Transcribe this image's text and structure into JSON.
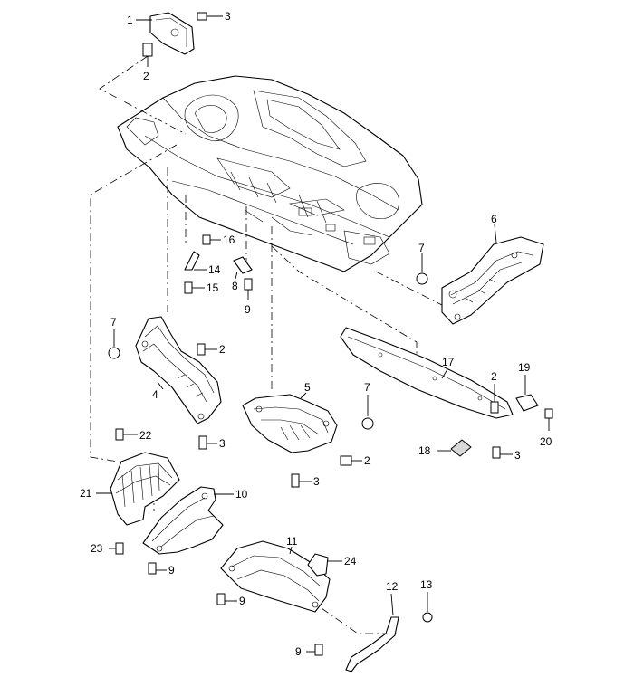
{
  "diagram": {
    "callouts": [
      {
        "id": "c1",
        "label": "1",
        "part": "mounting-bracket"
      },
      {
        "id": "c2a",
        "label": "2",
        "part": "clip-bracket"
      },
      {
        "id": "c3a",
        "label": "3",
        "part": "screw-bracket"
      },
      {
        "id": "c6",
        "label": "6",
        "part": "underbody-panel-right"
      },
      {
        "id": "c7a",
        "label": "7",
        "part": "nut-right"
      },
      {
        "id": "c16",
        "label": "16",
        "part": "bolt-16"
      },
      {
        "id": "c14",
        "label": "14",
        "part": "clamp-14"
      },
      {
        "id": "c15",
        "label": "15",
        "part": "screw-15"
      },
      {
        "id": "c8",
        "label": "8",
        "part": "clip-8"
      },
      {
        "id": "c9a",
        "label": "9",
        "part": "screw-under-8"
      },
      {
        "id": "c7b",
        "label": "7",
        "part": "nut-left"
      },
      {
        "id": "c2b",
        "label": "2",
        "part": "clip-left"
      },
      {
        "id": "c4",
        "label": "4",
        "part": "underbody-panel-left"
      },
      {
        "id": "c3b",
        "label": "3",
        "part": "screw-left"
      },
      {
        "id": "c22",
        "label": "22",
        "part": "bolt-22"
      },
      {
        "id": "c21",
        "label": "21",
        "part": "wheelhouse-liner"
      },
      {
        "id": "c23",
        "label": "23",
        "part": "bolt-23"
      },
      {
        "id": "c10",
        "label": "10",
        "part": "underbody-panel-front"
      },
      {
        "id": "c9b",
        "label": "9",
        "part": "screw-front"
      },
      {
        "id": "c5",
        "label": "5",
        "part": "underbody-panel-center"
      },
      {
        "id": "c7c",
        "label": "7",
        "part": "nut-center"
      },
      {
        "id": "c2c",
        "label": "2",
        "part": "clip-center"
      },
      {
        "id": "c3c",
        "label": "3",
        "part": "screw-center"
      },
      {
        "id": "c17",
        "label": "17",
        "part": "side-trim-strip"
      },
      {
        "id": "c2d",
        "label": "2",
        "part": "clip-strip"
      },
      {
        "id": "c19",
        "label": "19",
        "part": "bracket-19"
      },
      {
        "id": "c20",
        "label": "20",
        "part": "screw-20"
      },
      {
        "id": "c18",
        "label": "18",
        "part": "cover-18"
      },
      {
        "id": "c3d",
        "label": "3",
        "part": "screw-strip"
      },
      {
        "id": "c11",
        "label": "11",
        "part": "underbody-panel-rear"
      },
      {
        "id": "c24",
        "label": "24",
        "part": "bracket-24"
      },
      {
        "id": "c9c",
        "label": "9",
        "part": "screw-rear-1"
      },
      {
        "id": "c9d",
        "label": "9",
        "part": "screw-rear-2"
      },
      {
        "id": "c12",
        "label": "12",
        "part": "tie-rod-12"
      },
      {
        "id": "c13",
        "label": "13",
        "part": "nut-13"
      }
    ]
  }
}
